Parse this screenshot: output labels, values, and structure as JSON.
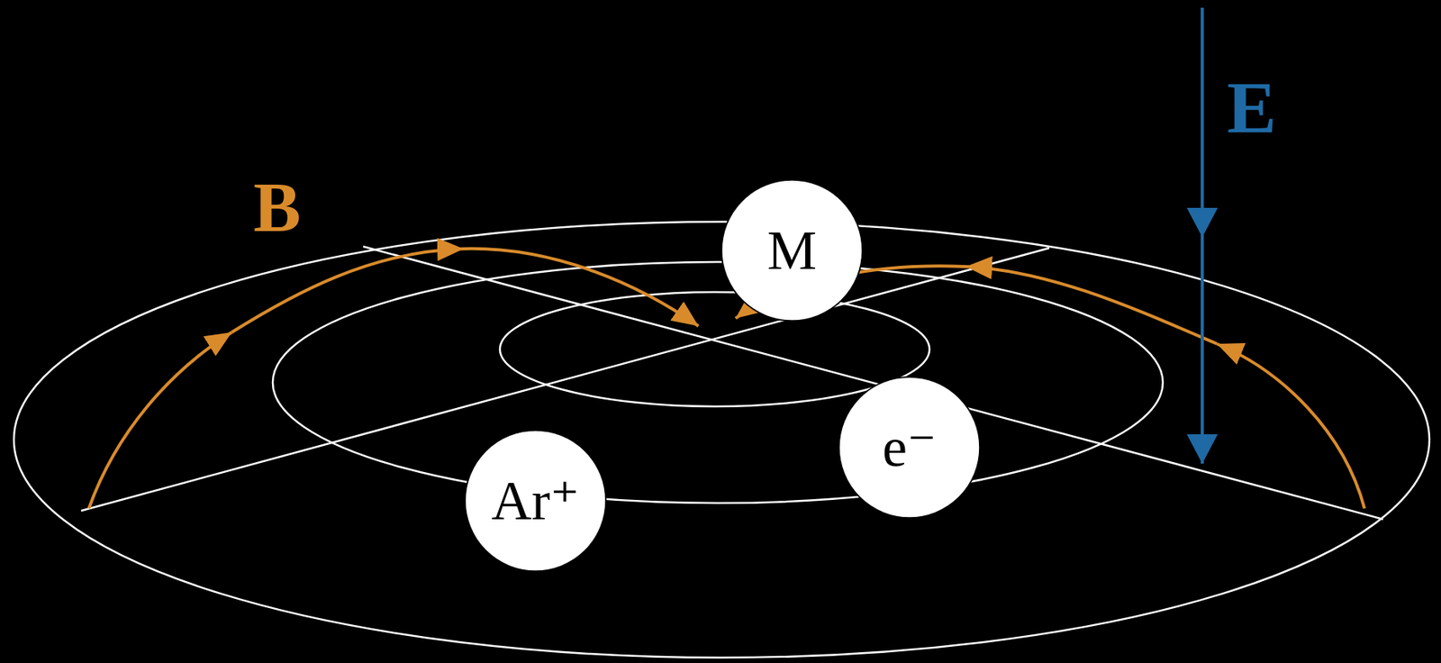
{
  "diagram": {
    "nodes": [
      {
        "text": [
          "M"
        ]
      },
      {
        "text": [
          "e⁻"
        ]
      },
      {
        "text": [
          "Ar⁺"
        ]
      }
    ],
    "labels": [
      "B",
      "E"
    ]
  }
}
